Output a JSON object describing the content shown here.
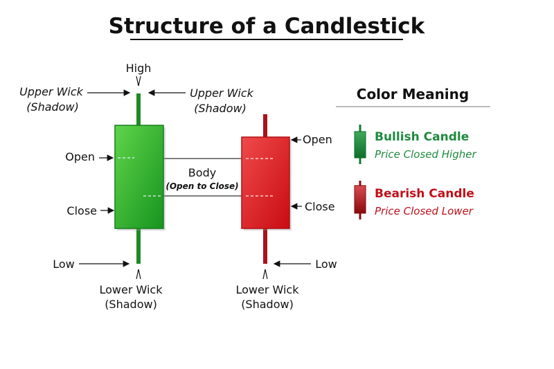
{
  "title": "Structure of a Candlestick",
  "labels": {
    "high": "High",
    "upper_wick_left": [
      "Upper Wick",
      "(Shadow)"
    ],
    "upper_wick_right": [
      "Upper Wick",
      "(Shadow)"
    ],
    "open_left": "Open",
    "close_left": "Close",
    "open_right": "Open",
    "close_right": "Close",
    "low_left": "Low",
    "low_right": "Low",
    "lower_wick_left": [
      "Lower Wick",
      "(Shadow)"
    ],
    "lower_wick_right": [
      "Lower Wick",
      "(Shadow)"
    ],
    "body": "Body",
    "body_sub": "(Open to Close)"
  },
  "legend": {
    "title": "Color Meaning",
    "items": [
      {
        "name": "Bullish Candle",
        "desc": "Price Closed Higher",
        "color": "#1e8a3e"
      },
      {
        "name": "Bearish Candle",
        "desc": "Price Closed Lower",
        "color": "#c0101a"
      }
    ]
  },
  "colors": {
    "bullish": "#2bb02f",
    "bearish": "#e01a1f"
  }
}
